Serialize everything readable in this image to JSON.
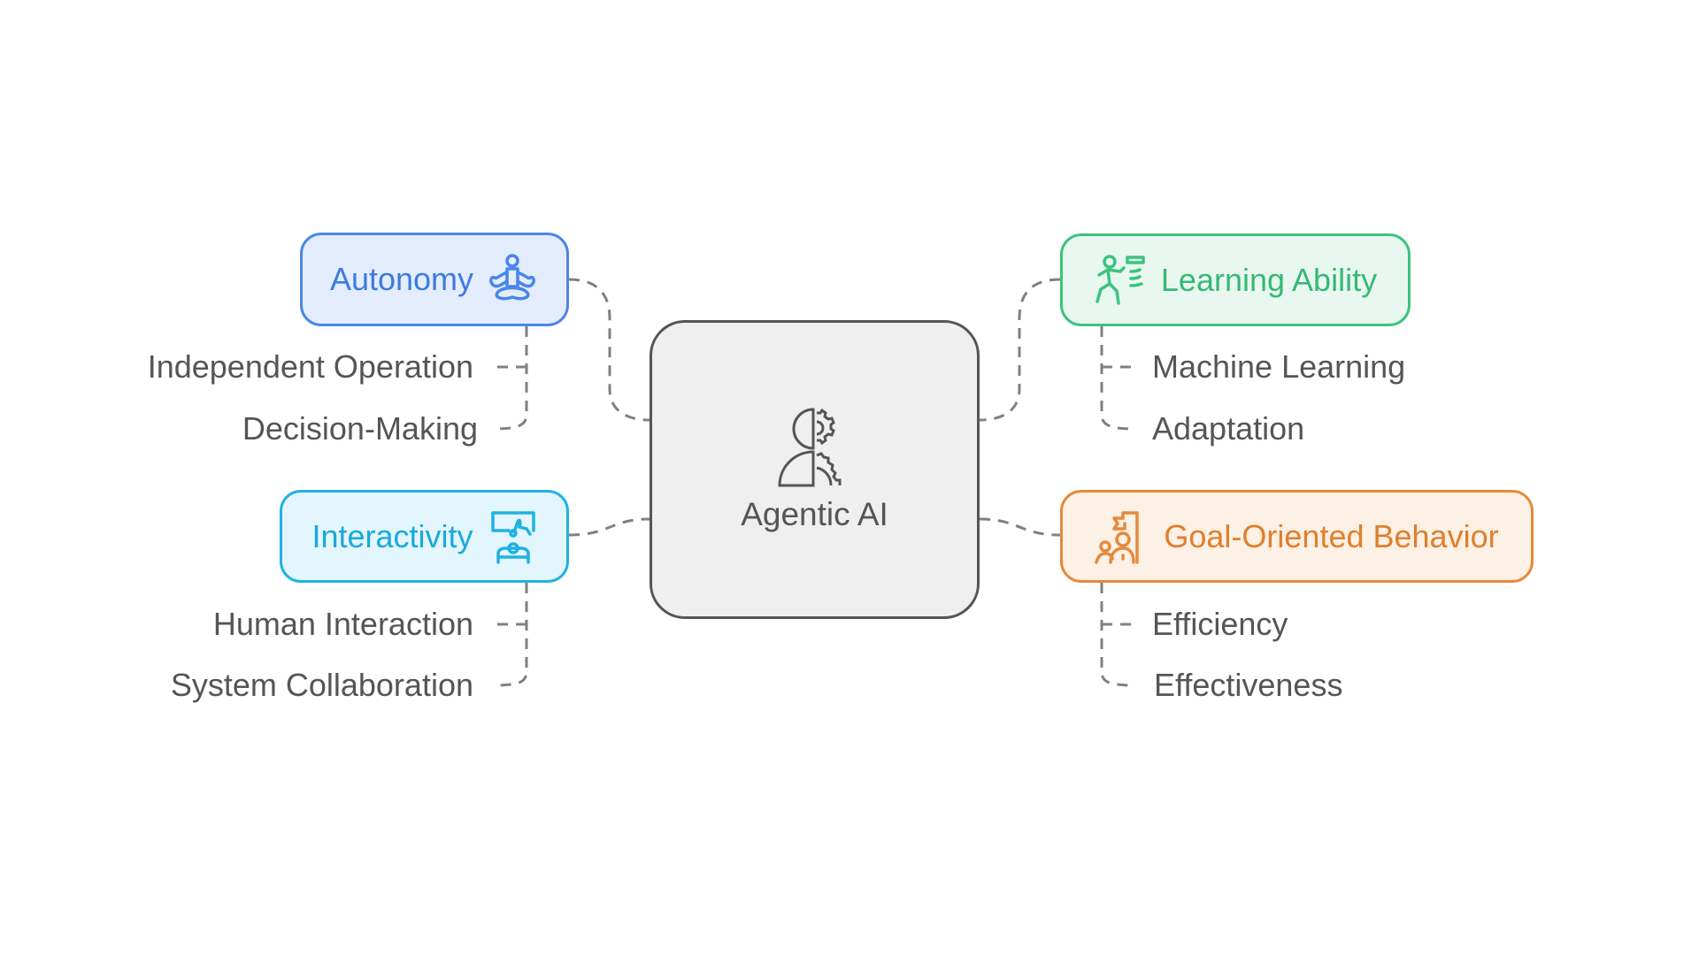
{
  "diagram": {
    "center": {
      "label": "Agentic AI",
      "icon": "person-gear-icon"
    },
    "branches": [
      {
        "id": "autonomy",
        "label": "Autonomy",
        "icon": "meditation-icon",
        "color": "#4a86e8",
        "fill": "#e3edfd",
        "children": [
          "Independent Operation",
          "Decision-Making"
        ]
      },
      {
        "id": "interactivity",
        "label": "Interactivity",
        "icon": "presentation-screen-icon",
        "color": "#1fb2e3",
        "fill": "#e3f6fd",
        "children": [
          "Human Interaction",
          "System Collaboration"
        ]
      },
      {
        "id": "learning",
        "label": "Learning Ability",
        "icon": "running-person-icon",
        "color": "#3cc37e",
        "fill": "#e8f8f0",
        "children": [
          "Machine Learning",
          "Adaptation"
        ]
      },
      {
        "id": "goal",
        "label": "Goal-Oriented Behavior",
        "icon": "team-flag-icon",
        "color": "#e58a3a",
        "fill": "#fdf0e5",
        "children": [
          "Efficiency",
          "Effectiveness"
        ]
      }
    ],
    "connector_color": "#808080",
    "text_color": "#555555"
  }
}
